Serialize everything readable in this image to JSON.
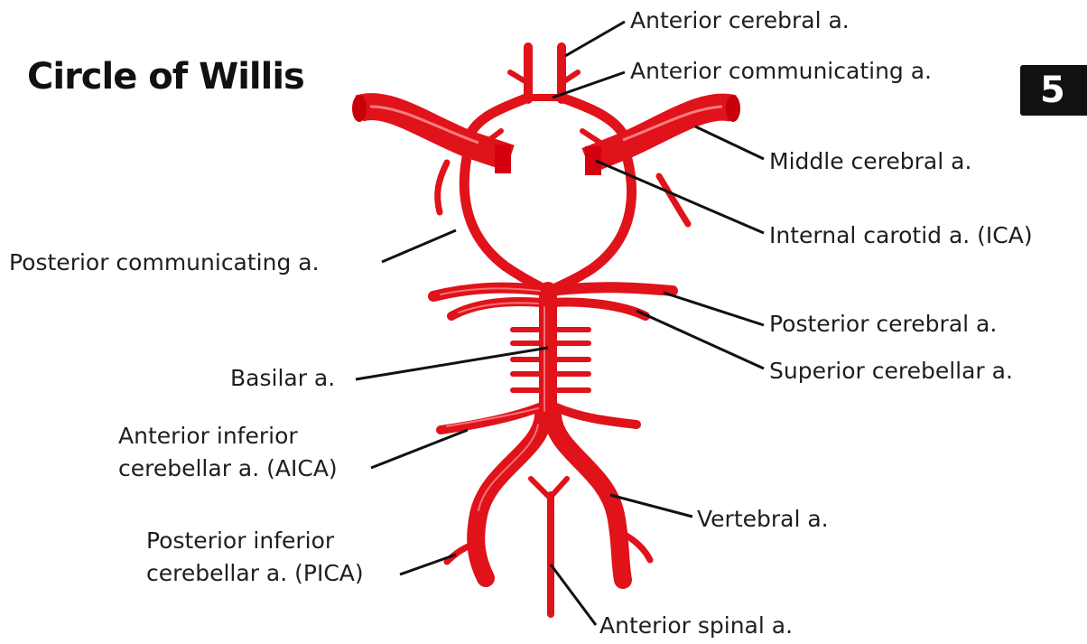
{
  "title": "Circle of Willis",
  "badge": "5",
  "labels": {
    "anterior_cerebral": "Anterior cerebral a.",
    "anterior_communicating": "Anterior communicating a.",
    "middle_cerebral": "Middle cerebral a.",
    "internal_carotid": "Internal carotid a. (ICA)",
    "posterior_communicating": "Posterior communicating a.",
    "posterior_cerebral": "Posterior cerebral a.",
    "superior_cerebellar": "Superior cerebellar a.",
    "basilar": "Basilar a.",
    "aica_line1": "Anterior inferior",
    "aica_line2": "cerebellar a. (AICA)",
    "vertebral": "Vertebral a.",
    "pica_line1": "Posterior inferior",
    "pica_line2": "cerebellar a. (PICA)",
    "anterior_spinal": "Anterior spinal a."
  },
  "colors": {
    "artery": "#e0121a",
    "artery_dark": "#b00008",
    "highlight": "#ff9a9a",
    "leader": "#111111"
  }
}
